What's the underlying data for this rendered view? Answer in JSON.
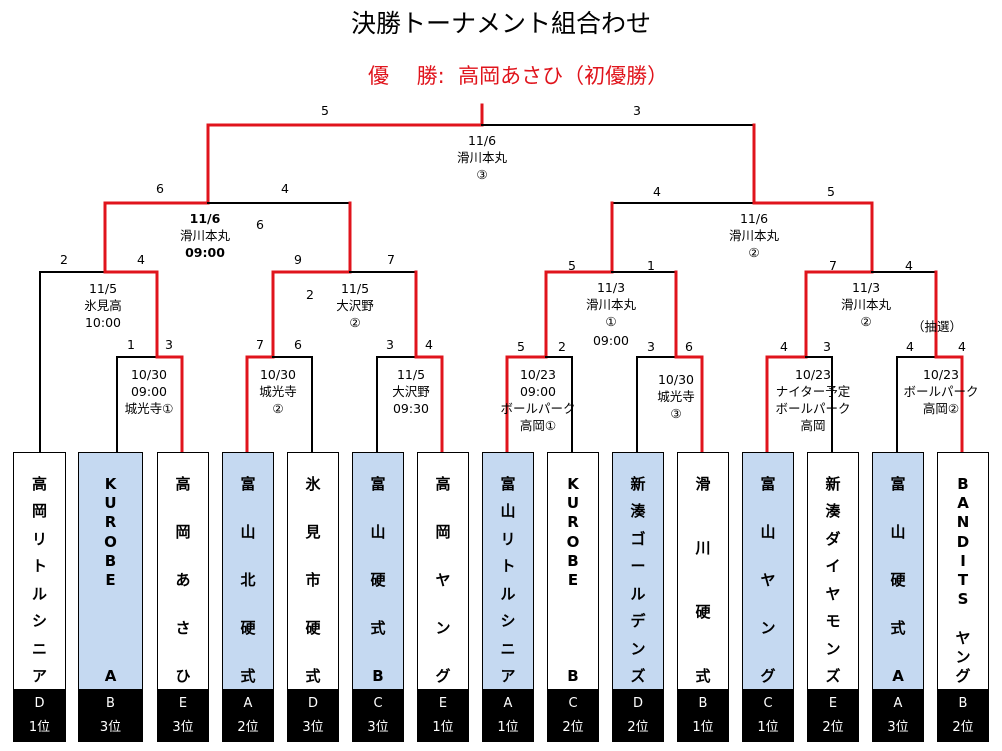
{
  "title": "決勝トーナメント組合わせ",
  "champion": {
    "label": "優　 勝:",
    "team": "高岡あさひ（初優勝）"
  },
  "colors": {
    "winner_line": "#e0141c",
    "loser_line": "#000000",
    "team_highlight": "#c5d9f1",
    "rank_bg": "#000000"
  },
  "matches": {
    "final": {
      "date": "11/6",
      "venue": "滑川本丸",
      "field": "③",
      "score_left": "5",
      "score_right": "3"
    },
    "sf_left": {
      "date": "11/6",
      "venue": "滑川本丸",
      "time": "09:00",
      "score_left": "6",
      "score_right": "4"
    },
    "sf_right": {
      "date": "11/6",
      "venue": "滑川本丸",
      "field": "②",
      "score_left": "4",
      "score_right": "5"
    },
    "qf1": {
      "date": "11/5",
      "venue": "氷見高",
      "time": "10:00",
      "score_left": "2",
      "score_right": "4"
    },
    "qf2": {
      "date": "11/5",
      "venue": "大沢野",
      "field": "②",
      "score_left": "9",
      "score_right": "7",
      "extra_score": "6",
      "extra_score2": "2"
    },
    "qf3": {
      "date": "11/3",
      "venue": "滑川本丸",
      "field": "①",
      "time": "09:00",
      "score_left": "5",
      "score_right": "1"
    },
    "qf4": {
      "date": "11/3",
      "venue": "滑川本丸",
      "field": "②",
      "score_left": "7",
      "score_right": "4",
      "note": "（抽選）"
    },
    "r1a": {
      "date": "10/30",
      "time": "09:00",
      "venue": "城光寺①",
      "score_left": "1",
      "score_right": "3"
    },
    "r1b": {
      "date": "10/30",
      "venue": "城光寺",
      "field": "②",
      "score_left": "7",
      "score_right": "6"
    },
    "r1c": {
      "date": "11/5",
      "venue": "大沢野",
      "time": "09:30",
      "score_left": "3",
      "score_right": "4"
    },
    "r1d": {
      "date": "10/23",
      "time": "09:00",
      "venue": "ボールパーク",
      "venue2": "高岡①",
      "score_left": "5",
      "score_right": "2"
    },
    "r1e": {
      "date": "10/30",
      "venue": "城光寺",
      "field": "③",
      "score_left": "3",
      "score_right": "6"
    },
    "r1f": {
      "date": "10/23",
      "note": "ナイター予定",
      "venue": "ボールパーク",
      "venue2": "高岡",
      "score_left": "4",
      "score_right": "3"
    },
    "r1g": {
      "date": "10/23",
      "venue": "ボールパーク",
      "venue2": "高岡②",
      "score_left": "4",
      "score_right": "4"
    }
  },
  "teams": [
    {
      "name": [
        "高",
        "岡",
        "リ",
        "ト",
        "ル",
        "シ",
        "ニ",
        "ア"
      ],
      "group": "D",
      "rank": "1位",
      "highlight": false
    },
    {
      "name": [
        "K",
        "U",
        "R",
        "O",
        "B",
        "E",
        "",
        "",
        "",
        "",
        "A"
      ],
      "group": "B",
      "rank": "3位",
      "highlight": true
    },
    {
      "name": [
        "高",
        "岡",
        "あ",
        "さ",
        "ひ"
      ],
      "group": "E",
      "rank": "3位",
      "highlight": false
    },
    {
      "name": [
        "富",
        "山",
        "北",
        "硬",
        "式"
      ],
      "group": "A",
      "rank": "2位",
      "highlight": true
    },
    {
      "name": [
        "氷",
        "見",
        "市",
        "硬",
        "式"
      ],
      "group": "D",
      "rank": "3位",
      "highlight": false
    },
    {
      "name": [
        "富",
        "山",
        "硬",
        "式",
        "B"
      ],
      "group": "C",
      "rank": "3位",
      "highlight": true
    },
    {
      "name": [
        "高",
        "岡",
        "ヤ",
        "ン",
        "グ"
      ],
      "group": "E",
      "rank": "1位",
      "highlight": false
    },
    {
      "name": [
        "富",
        "山",
        "リ",
        "ト",
        "ル",
        "シ",
        "ニ",
        "ア"
      ],
      "group": "A",
      "rank": "1位",
      "highlight": true
    },
    {
      "name": [
        "K",
        "U",
        "R",
        "O",
        "B",
        "E",
        "",
        "",
        "",
        "",
        "B"
      ],
      "group": "C",
      "rank": "2位",
      "highlight": false
    },
    {
      "name": [
        "新",
        "湊",
        "ゴ",
        "ー",
        "ル",
        "デ",
        "ン",
        "ズ"
      ],
      "group": "D",
      "rank": "2位",
      "highlight": true
    },
    {
      "name": [
        "滑",
        "川",
        "硬",
        "式"
      ],
      "group": "B",
      "rank": "1位",
      "highlight": false
    },
    {
      "name": [
        "富",
        "山",
        "ヤ",
        "ン",
        "グ"
      ],
      "group": "C",
      "rank": "1位",
      "highlight": true
    },
    {
      "name": [
        "新",
        "湊",
        "ダ",
        "イ",
        "ヤ",
        "モ",
        "ン",
        "ズ"
      ],
      "group": "E",
      "rank": "2位",
      "highlight": false
    },
    {
      "name": [
        "富",
        "山",
        "硬",
        "式",
        "A"
      ],
      "group": "A",
      "rank": "3位",
      "highlight": true
    },
    {
      "name": [
        "B",
        "A",
        "N",
        "D",
        "I",
        "T",
        "S",
        "",
        "ヤ",
        "ン",
        "グ"
      ],
      "group": "B",
      "rank": "2位",
      "highlight": false
    }
  ]
}
